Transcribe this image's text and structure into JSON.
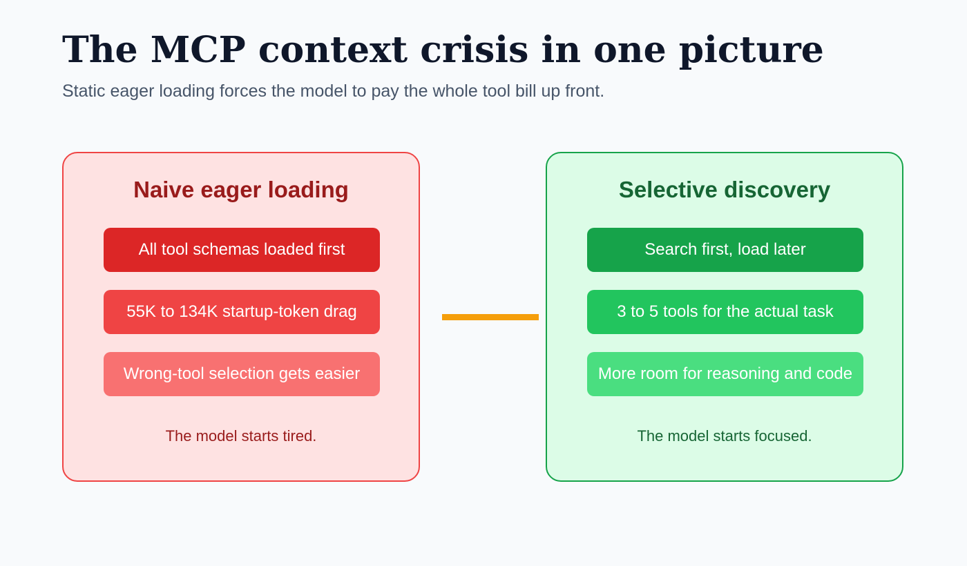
{
  "header": {
    "title": "The MCP context crisis in one picture",
    "subtitle": "Static eager loading forces the model to pay the whole tool bill up front."
  },
  "panels": [
    {
      "title": "Naive eager loading",
      "items": [
        "All tool schemas loaded first",
        "55K to 134K startup-token drag",
        "Wrong-tool selection gets easier"
      ],
      "footer": "The model starts tired."
    },
    {
      "title": "Selective discovery",
      "items": [
        "Search first, load later",
        "3 to 5 tools for the actual task",
        "More room for reasoning and code"
      ],
      "footer": "The model starts focused."
    }
  ],
  "colors": {
    "background": "#f8fafc",
    "left_panel_fill": "#fee2e2",
    "left_panel_border": "#ef4444",
    "right_panel_fill": "#dcfce7",
    "right_panel_border": "#16a34a",
    "connector": "#f59e0b"
  }
}
